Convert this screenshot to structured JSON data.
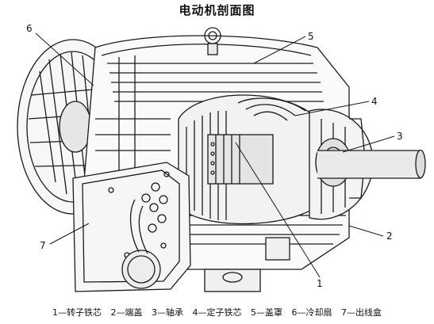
{
  "title": "电动机剖面图",
  "callouts": {
    "c1": "1",
    "c2": "2",
    "c3": "3",
    "c4": "4",
    "c5": "5",
    "c6": "6",
    "c7": "7"
  },
  "legend": [
    "1—转子铁芯",
    "2—端盖",
    "3—轴承",
    "4—定子铁芯",
    "5—盖罩",
    "6—冷却扇",
    "7—出线盒"
  ]
}
